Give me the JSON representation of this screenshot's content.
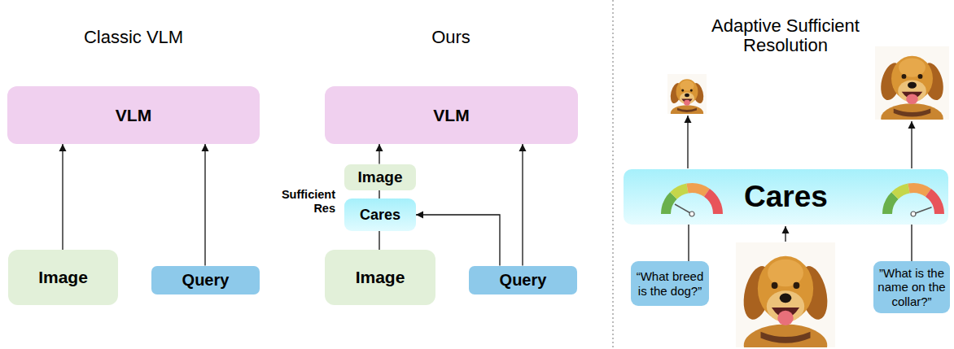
{
  "diagram": {
    "nodes": [
      {
        "text": [
          "VLM"
        ]
      },
      {
        "text": [
          "Image"
        ]
      },
      {
        "text": [
          "Query"
        ]
      },
      {
        "text": [
          "VLM"
        ]
      },
      {
        "text": [
          "Image"
        ]
      },
      {
        "text": [
          "Cares"
        ]
      },
      {
        "text": [
          "Image"
        ]
      },
      {
        "text": [
          "Query"
        ]
      },
      {
        "text": [
          "Cares"
        ]
      },
      {
        "text": [
          "“What breed is the dog?”"
        ]
      },
      {
        "text": [
          "”What is the name on the collar?”"
        ]
      }
    ],
    "edges": [
      {
        "from": 1,
        "to": 0,
        "arrow": "to"
      },
      {
        "from": 2,
        "to": 0,
        "arrow": "to"
      },
      {
        "from": 4,
        "to": 3,
        "arrow": "to"
      },
      {
        "from": 6,
        "to": 5,
        "arrow": "none"
      },
      {
        "from": 5,
        "to": 4,
        "arrow": "none"
      },
      {
        "from": 7,
        "to": 3,
        "arrow": "to"
      },
      {
        "from": 7,
        "to": 5,
        "arrow": "to"
      },
      {
        "from": 9,
        "to": 8,
        "arrow": "none"
      },
      {
        "from": 10,
        "to": 8,
        "arrow": "none"
      }
    ],
    "labels": [
      "Classic VLM",
      "Ours",
      "Sufficient Res",
      "Adaptive Sufficient Resolution"
    ]
  }
}
